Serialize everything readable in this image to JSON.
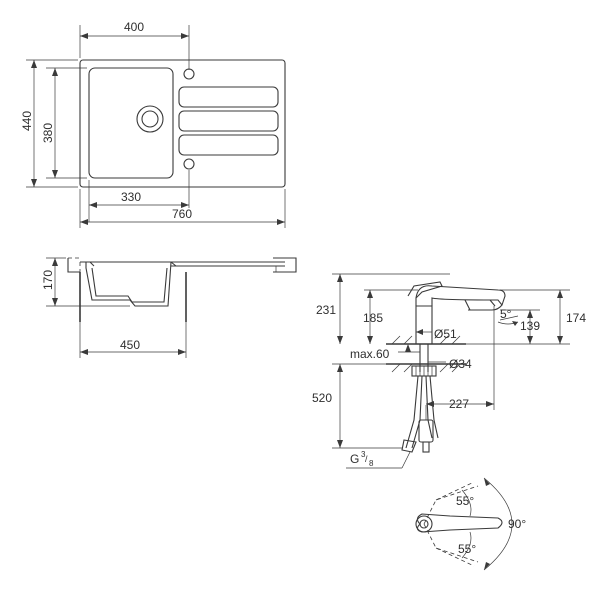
{
  "sink_top": {
    "width_overall": "400",
    "height_outer": "440",
    "height_inner": "380",
    "bowl_width": "330",
    "overall_length": "760"
  },
  "sink_section": {
    "depth": "170",
    "cabinet_width": "450"
  },
  "faucet": {
    "height_total": "231",
    "height_spout": "185",
    "spout_angle": "5°",
    "height_right": "139",
    "height_far_right": "174",
    "base_diameter": "Ø51",
    "max_thickness": "max.60",
    "hole_diameter": "Ø34",
    "hose_length": "520",
    "reach": "227",
    "thread": "G",
    "thread_fraction_num": "3",
    "thread_fraction_den": "8"
  },
  "rotation": {
    "upper_angle": "55°",
    "lower_angle": "55°",
    "swivel_angle": "90°"
  }
}
